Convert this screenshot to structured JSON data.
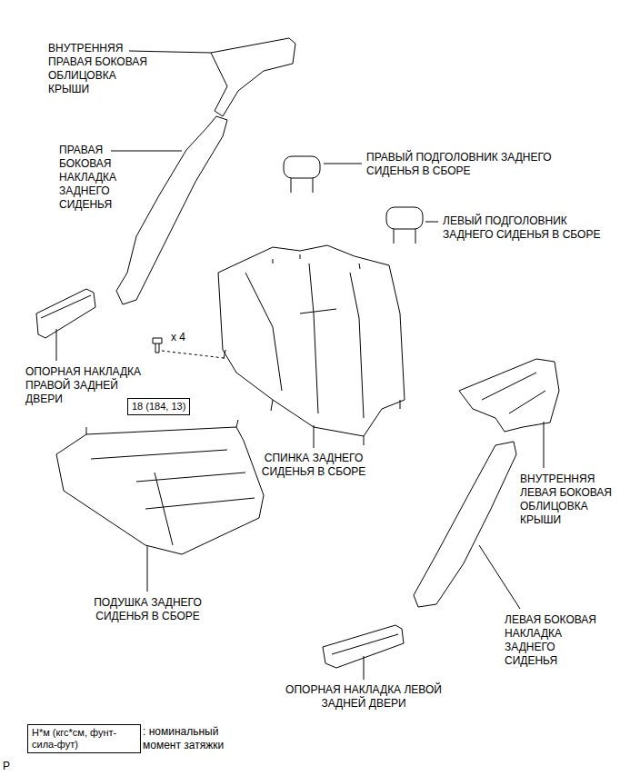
{
  "diagram": {
    "nodes": [
      {
        "text": [
          "18 (184, 13)"
        ]
      },
      {
        "text": [
          "Н*м (кгс*см, фунт-сила-фут)"
        ]
      }
    ],
    "labels": [
      "ВНУТРЕННЯЯ ПРАВАЯ БОКОВАЯ ОБЛИЦОВКА КРЫШИ",
      "ПРАВАЯ БОКОВАЯ НАКЛАДКА ЗАДНЕГО СИДЕНЬЯ",
      "ПРАВЫЙ ПОДГОЛОВНИК ЗАДНЕГО СИДЕНЬЯ В СБОРЕ",
      "ЛЕВЫЙ ПОДГОЛОВНИК ЗАДНЕГО СИДЕНЬЯ В СБОРЕ",
      "x 4",
      "ОПОРНАЯ НАКЛАДКА ПРАВОЙ ЗАДНЕЙ ДВЕРИ",
      "СПИНКА ЗАДНЕГО СИДЕНЬЯ В СБОРЕ",
      "ВНУТРЕННЯЯ ЛЕВАЯ БОКОВАЯ ОБЛИЦОВКА КРЫШИ",
      "ПОДУШКА ЗАДНЕГО СИДЕНЬЯ В СБОРЕ",
      "ЛЕВАЯ БОКОВАЯ НАКЛАДКА ЗАДНЕГО СИДЕНЬЯ",
      "ОПОРНАЯ НАКЛАДКА ЛЕВОЙ ЗАДНЕЙ ДВЕРИ",
      ": номинальный момент затяжки",
      "P"
    ]
  }
}
